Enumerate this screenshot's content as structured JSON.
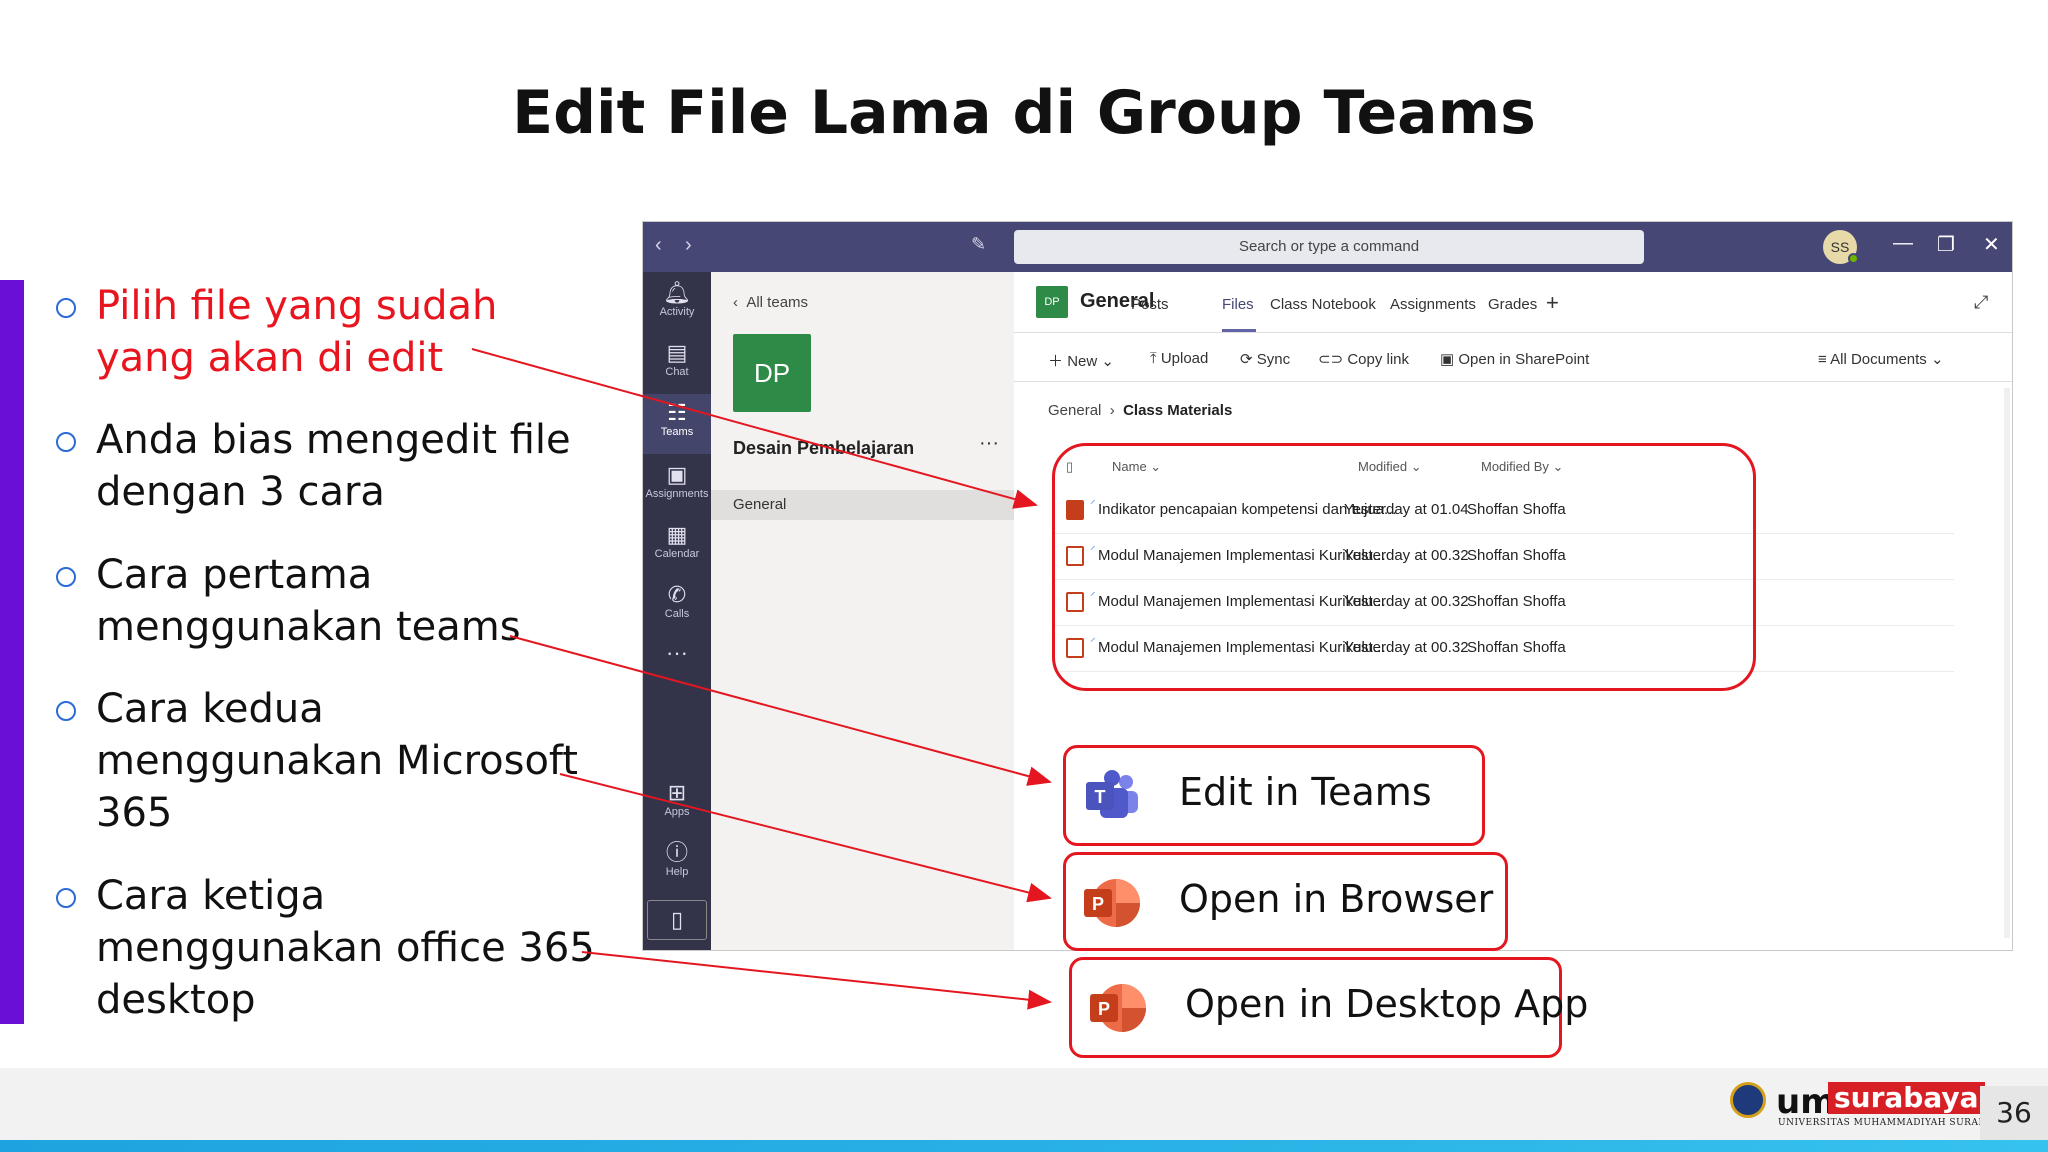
{
  "slide": {
    "title": "Edit File Lama di Group Teams",
    "bullets": [
      {
        "lines": [
          "Pilih file yang sudah",
          "yang akan di edit"
        ],
        "color": "#e8141e"
      },
      {
        "lines": [
          "Anda bias mengedit file",
          "dengan 3 cara"
        ]
      },
      {
        "lines": [
          "Cara pertama",
          "menggunakan teams"
        ]
      },
      {
        "lines": [
          "Cara kedua",
          "menggunakan Microsoft",
          "365"
        ]
      },
      {
        "lines": [
          "Cara ketiga",
          "menggunakan office 365",
          "desktop"
        ]
      }
    ],
    "page_number": "36",
    "accent_color": "#e4161f"
  },
  "teams": {
    "search_placeholder": "Search or type a command",
    "avatar_initials": "SS",
    "rail": [
      {
        "label": "Activity",
        "icon": "bell-icon"
      },
      {
        "label": "Chat",
        "icon": "chat-icon"
      },
      {
        "label": "Teams",
        "icon": "teams-icon",
        "active": true
      },
      {
        "label": "Assignments",
        "icon": "assignments-icon"
      },
      {
        "label": "Calendar",
        "icon": "calendar-icon"
      },
      {
        "label": "Calls",
        "icon": "phone-icon"
      },
      {
        "label": "Apps",
        "icon": "apps-icon"
      },
      {
        "label": "Help",
        "icon": "help-icon"
      }
    ],
    "all_teams": "All teams",
    "team_tile": "DP",
    "team_name": "Desain Pembelajaran",
    "channel": "General",
    "channel_tile": "DP",
    "channel_name": "General",
    "tabs": [
      "Posts",
      "Files",
      "Class Notebook",
      "Assignments",
      "Grades"
    ],
    "toolbar": [
      "New",
      "Upload",
      "Sync",
      "Copy link",
      "Open in SharePoint"
    ],
    "view": "All Documents",
    "breadcrumb": {
      "parent": "General",
      "current": "Class Materials"
    },
    "columns": {
      "name": "Name",
      "modified": "Modified",
      "modified_by": "Modified By"
    },
    "files": [
      {
        "name": "Indikator pencapaian kompetensi dan tujua...",
        "modified": "Yesterday at 01.04",
        "by": "Shoffan Shoffa"
      },
      {
        "name": "Modul Manajemen Implementasi Kurikulu...",
        "modified": "Yesterday at 00.32",
        "by": "Shoffan Shoffa"
      },
      {
        "name": "Modul Manajemen Implementasi Kurikulu...",
        "modified": "Yesterday at 00.32",
        "by": "Shoffan Shoffa"
      },
      {
        "name": "Modul Manajemen Implementasi Kurikulu...",
        "modified": "Yesterday at 00.32",
        "by": "Shoffan Shoffa"
      }
    ]
  },
  "actions": [
    {
      "label": "Edit in Teams",
      "icon": "teams-logo-icon"
    },
    {
      "label": "Open in Browser",
      "icon": "powerpoint-icon"
    },
    {
      "label": "Open in Desktop App",
      "icon": "powerpoint-icon"
    }
  ],
  "logo": {
    "um": "um",
    "surabaya": "surabaya",
    "subtitle": "UNIVERSITAS MUHAMMADIYAH SURABAYA"
  }
}
